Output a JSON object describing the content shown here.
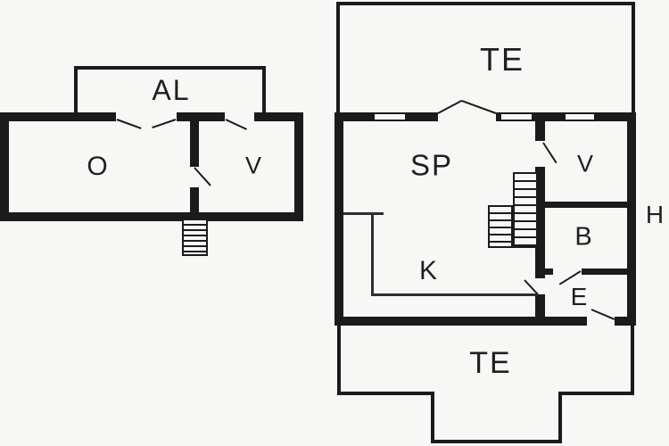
{
  "plan": {
    "type": "floor-plan",
    "colors": {
      "background": "#f7f7f5",
      "wall": "#1b1b1b",
      "thin_line": "#2e2e2e",
      "label": "#1f1f1f"
    },
    "left_building": {
      "balcony_label": "AL",
      "room_o_label": "O",
      "room_v_label": "V"
    },
    "right_building": {
      "terrace_top_label": "TE",
      "room_sp_label": "SP",
      "room_v_label": "V",
      "room_b_label": "B",
      "room_e_label": "E",
      "room_k_label": "K",
      "outside_label_h": "H",
      "terrace_bottom_label": "TE"
    }
  }
}
